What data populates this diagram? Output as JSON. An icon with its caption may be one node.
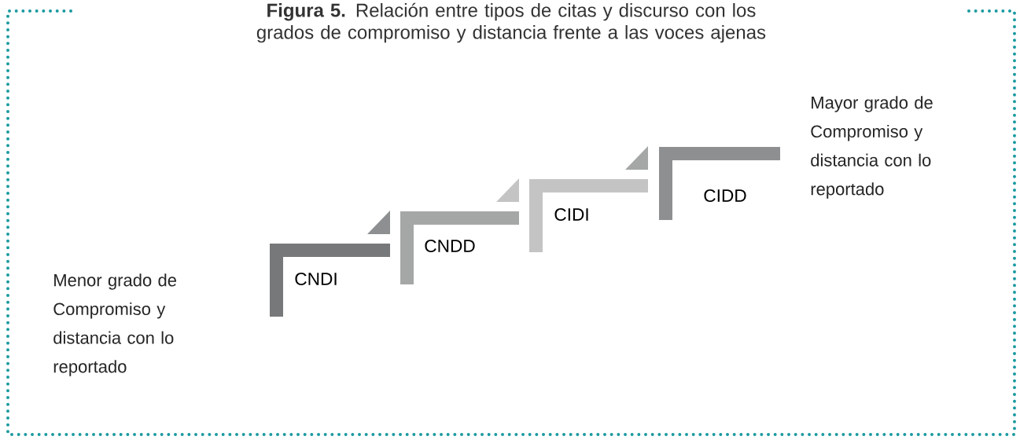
{
  "diagram": {
    "title": "**Figura 5.** Relación entre tipos de citas y discurso con los grados de compromiso y distancia frente a las voces ajenas",
    "nodes": [
      {
        "text": [
          "CNDI"
        ]
      },
      {
        "text": [
          "CNDD"
        ]
      },
      {
        "text": [
          "CIDI"
        ]
      },
      {
        "text": [
          "CIDD"
        ]
      }
    ],
    "labels": [
      "Menor grado de Compromiso y distancia con lo reportado",
      "Mayor grado de Compromiso y distancia con lo reportado"
    ]
  }
}
